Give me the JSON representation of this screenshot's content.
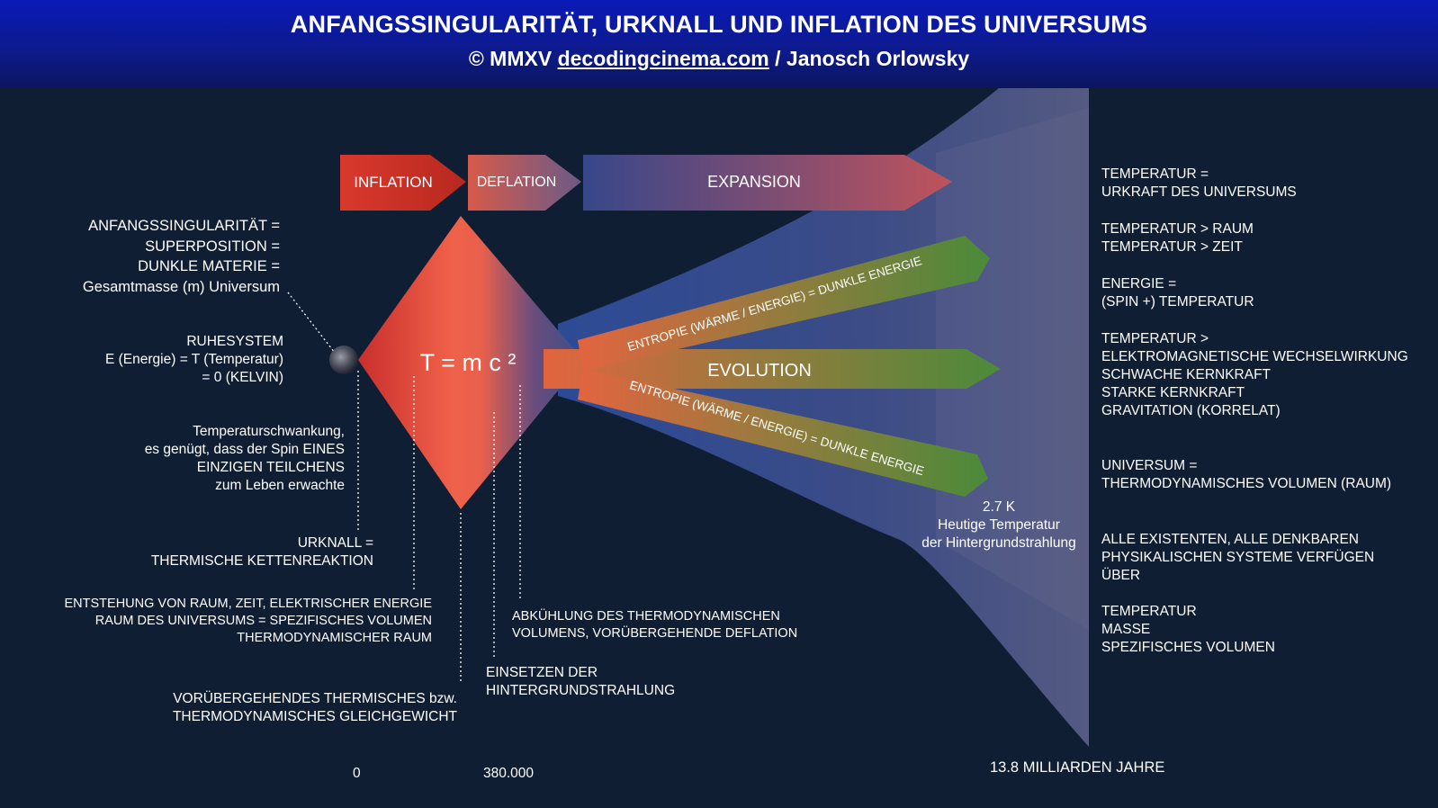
{
  "header": {
    "title": "ANFANGSSINGULARITÄT, URKNALL UND INFLATION DES UNIVERSUMS",
    "subtitle_prefix": "© MMXV ",
    "subtitle_link": "decodingcinema.com",
    "subtitle_suffix": " / Janosch Orlowsky"
  },
  "phases": {
    "inflation": "INFLATION",
    "deflation": "DEFLATION",
    "expansion": "EXPANSION"
  },
  "formula": "T = m c ²",
  "arrows": {
    "entropy_upper": "ENTROPIE (WÄRME / ENERGIE) = DUNKLE ENERGIE",
    "evolution": "EVOLUTION",
    "entropy_lower": "ENTROPIE (WÄRME / ENERGIE) = DUNKLE ENERGIE"
  },
  "left_labels": {
    "singularity": [
      "ANFANGSSINGULARITÄT =",
      "SUPERPOSITION =",
      "DUNKLE MATERIE =",
      "Gesamtmasse (m) Universum"
    ],
    "rest_system": [
      "RUHESYSTEM",
      "E (Energie) = T (Temperatur)",
      "= 0 (KELVIN)"
    ],
    "fluctuation": [
      "Temperaturschwankung,",
      "es genügt, dass der Spin EINES",
      "EINZIGEN TEILCHENS",
      "zum Leben erwachte"
    ],
    "big_bang": [
      "URKNALL =",
      "THERMISCHE KETTENREAKTION"
    ],
    "space_origin": [
      "ENTSTEHUNG VON RAUM, ZEIT, ELEKTRISCHER ENERGIE",
      "RAUM DES UNIVERSUMS = SPEZIFISCHES VOLUMEN",
      "THERMODYNAMISCHER RAUM"
    ],
    "equilibrium": [
      "VORÜBERGEHENDES THERMISCHES bzw.",
      "THERMODYNAMISCHES GLEICHGEWICHT"
    ],
    "background_radiation": [
      "EINSETZEN DER",
      "HINTERGRUNDSTRAHLUNG"
    ],
    "cooling": [
      "ABKÜHLUNG DES THERMODYNAMISCHEN",
      "VOLUMENS, VORÜBERGEHENDE DEFLATION"
    ]
  },
  "current_temperature": [
    "2.7 K",
    "Heutige Temperatur",
    "der Hintergrundstrahlung"
  ],
  "timeline": {
    "zero": "0",
    "t380k": "380.000",
    "now": "13.8 MILLIARDEN JAHRE"
  },
  "right_labels": [
    [
      "TEMPERATUR =",
      "URKRAFT DES UNIVERSUMS"
    ],
    [
      "TEMPERATUR > RAUM",
      "TEMPERATUR > ZEIT"
    ],
    [
      "ENERGIE =",
      "(SPIN +) TEMPERATUR"
    ],
    [
      "TEMPERATUR >",
      "ELEKTROMAGNETISCHE WECHSELWIRKUNG",
      "SCHWACHE KERNKRAFT",
      "STARKE KERNKRAFT",
      "GRAVITATION (KORRELAT)"
    ],
    [
      "UNIVERSUM =",
      "THERMODYNAMISCHES VOLUMEN (RAUM)"
    ],
    [
      "ALLE EXISTENTEN, ALLE DENKBAREN",
      "PHYSIKALISCHEN SYSTEME VERFÜGEN",
      "ÜBER"
    ],
    [
      "TEMPERATUR",
      "MASSE",
      "SPEZIFISCHES VOLUMEN"
    ]
  ],
  "colors": {
    "background": "#101e33",
    "banner": "#0d1a8e",
    "red": "#e2453a",
    "blue": "#3d4a80",
    "green": "#4f8a3c"
  }
}
